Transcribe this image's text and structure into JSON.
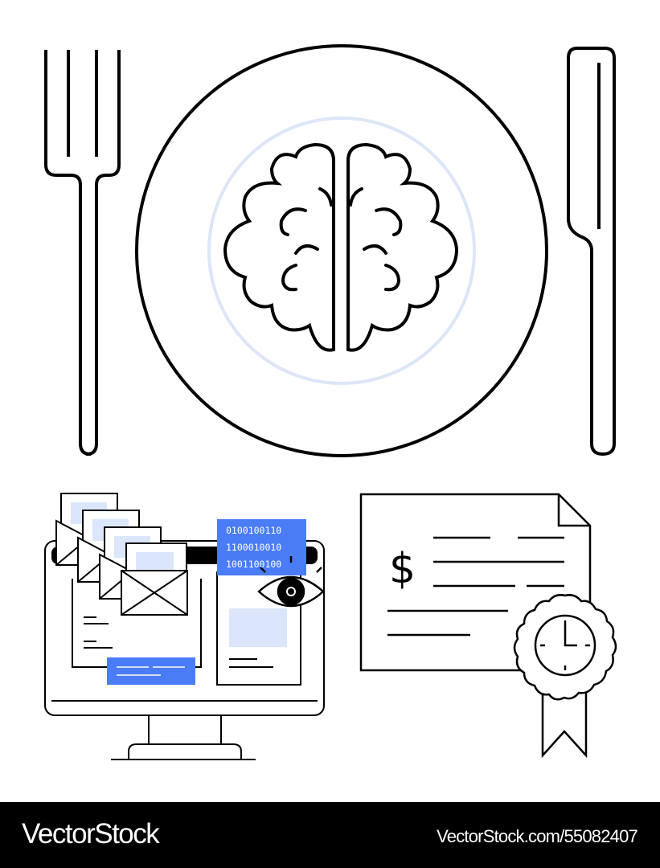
{
  "illustration": {
    "description": "Line-art: brain on a plate with fork and knife; computer monitor with envelopes, binary code and eye; invoice document with dollar sign and clock seal",
    "binary_code": [
      "0100100110",
      "1100010010",
      "1001100100"
    ],
    "dollar_symbol": "$",
    "colors": {
      "accent_blue": "#4a7cf6",
      "light_blue": "#dbe6fb",
      "plate_ring": "#dde6f8",
      "stroke": "#000000"
    }
  },
  "footer": {
    "brand": "VectorStock",
    "url": "VectorStock.com/55082407"
  }
}
